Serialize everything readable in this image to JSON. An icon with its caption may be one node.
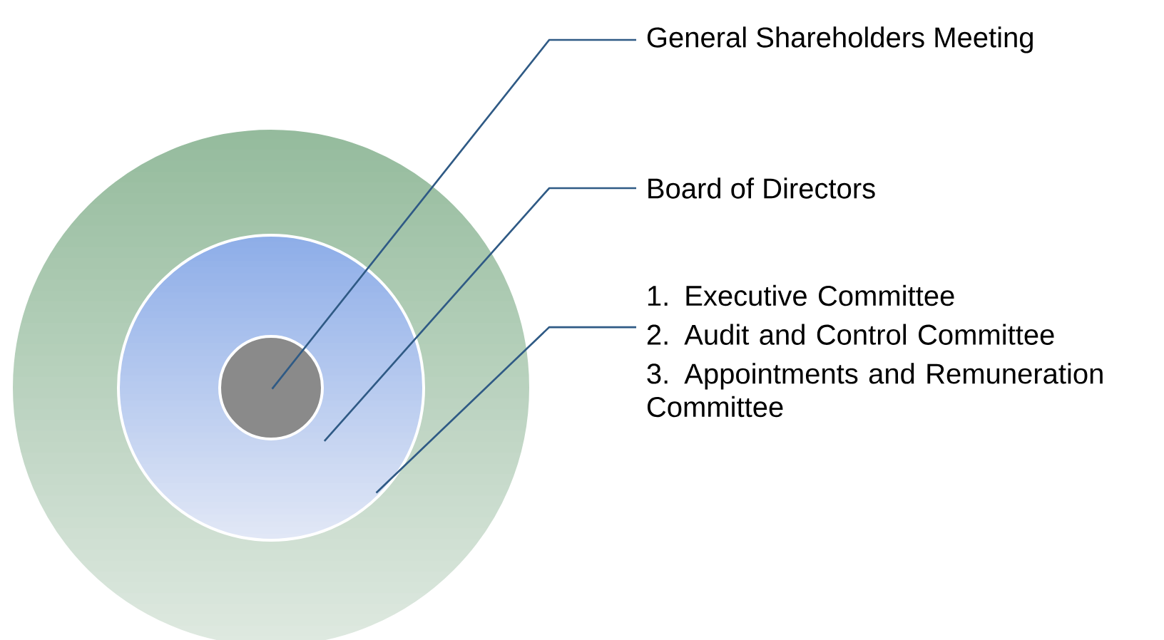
{
  "diagram": {
    "nodes": [
      {
        "text": [],
        "shape": "circle"
      },
      {
        "text": [],
        "shape": "circle",
        "in": 0
      },
      {
        "text": [],
        "shape": "circle",
        "in": 1
      },
      {
        "text": [
          "General Shareholders Meeting"
        ]
      },
      {
        "text": [
          "Board of Directors"
        ]
      },
      {
        "text": [
          "1. Executive Committee",
          "2. Audit and Control Committee",
          "3. Appointments and Remuneration Committee"
        ]
      }
    ],
    "edges": [
      {
        "from": 3,
        "to": 2,
        "arrow": "none"
      },
      {
        "from": 4,
        "to": 1,
        "arrow": "none"
      },
      {
        "from": 5,
        "to": 0,
        "arrow": "none"
      }
    ]
  }
}
